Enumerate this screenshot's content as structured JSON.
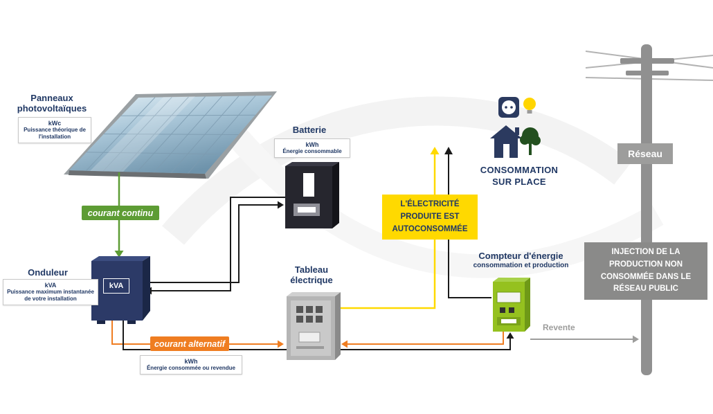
{
  "colors": {
    "navy_text": "#203864",
    "dc_green": "#5d9c34",
    "ac_orange": "#ef7d21",
    "callout_yellow": "#ffd900",
    "grid_gray": "#9d9d9c",
    "injection_gray": "#8a8a89",
    "meter_green": "#95c11f",
    "inverter_navy": "#2c3a67",
    "battery_dark": "#26262e",
    "panel_gray": "#b5b5b5"
  },
  "panels": {
    "title": "Panneaux photovoltaïques",
    "unit": "kWc",
    "desc": "Puissance théorique de l'installation"
  },
  "inverter": {
    "title": "Onduleur",
    "unit": "kVA",
    "desc": "Puissance maximum instantanée de votre installation",
    "device_label": "kVA"
  },
  "battery": {
    "title": "Batterie",
    "unit": "kWh",
    "desc": "Énergie consommable"
  },
  "tableau": {
    "title": "Tableau électrique"
  },
  "meter": {
    "title": "Compteur d'énergie",
    "subtitle": "consommation et production"
  },
  "consumption": {
    "label": "CONSOMMATION SUR PLACE"
  },
  "grid": {
    "label": "Réseau"
  },
  "flows": {
    "dc": "courant continu",
    "ac": "courant alternatif",
    "ac_unit": "kWh",
    "ac_desc": "Énergie consommée ou revendue",
    "resale": "Revente"
  },
  "callouts": {
    "autoconsumed": "L'ÉLECTRICITÉ PRODUITE EST AUTOCONSOMMÉE",
    "injection": "INJECTION DE LA PRODUCTION NON CONSOMMÉE DANS LE RÉSEAU PUBLIC"
  }
}
